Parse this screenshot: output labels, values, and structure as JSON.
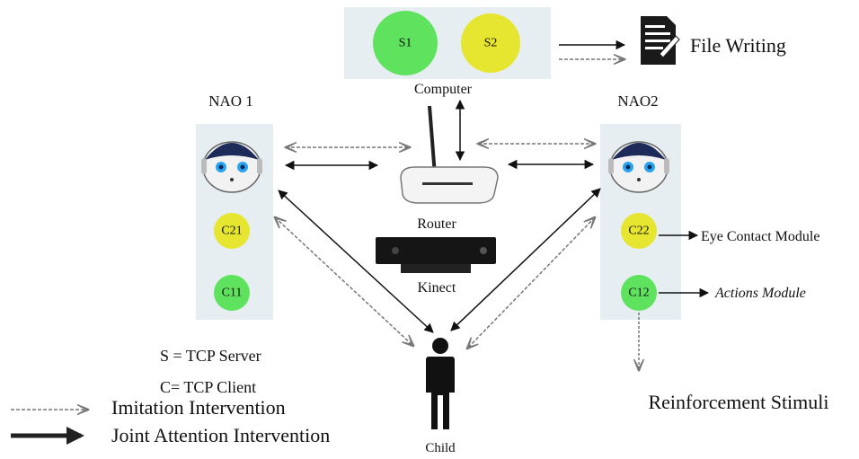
{
  "labels": {
    "computer": "Computer",
    "nao1": "NAO 1",
    "nao2": "NAO2",
    "router": "Router",
    "kinect": "Kinect",
    "child": "Child",
    "file_writing": "File Writing",
    "eye_contact_module": "Eye Contact Module",
    "actions_module": "Actions Module",
    "reinforcement_stimuli": "Reinforcement Stimuli"
  },
  "nodes": {
    "s1": "S1",
    "s2": "S2",
    "c21": "C21",
    "c11": "C11",
    "c22": "C22",
    "c12": "C12"
  },
  "legend": {
    "server": "S = TCP Server",
    "client": "C= TCP Client",
    "imitation": "Imitation Intervention",
    "joint_attention": "Joint Attention Intervention"
  },
  "colors": {
    "server_green": "#5fe35f",
    "client_yellow": "#e6e630",
    "panel_bg": "#e6eef2",
    "arrow_dark": "#111111",
    "arrow_gray": "#777777"
  },
  "icons": {
    "robot": "nao-robot-head-icon",
    "router": "wifi-router-icon",
    "kinect": "kinect-sensor-icon",
    "child": "person-icon",
    "file": "document-icon"
  }
}
